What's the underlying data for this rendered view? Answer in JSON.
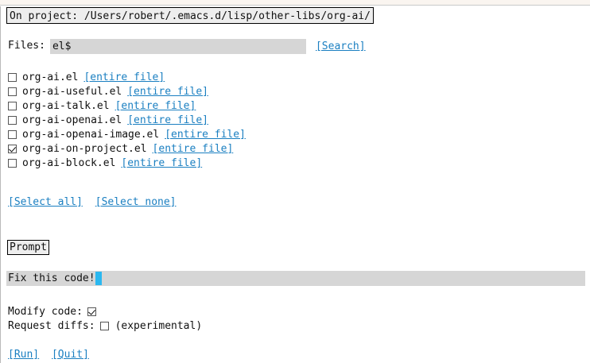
{
  "header": {
    "project_label": "On project: /Users/robert/.emacs.d/lisp/other-libs/org-ai/"
  },
  "search": {
    "label": "Files:",
    "value": "el$",
    "placeholder": "",
    "search_link": "[Search]"
  },
  "files": {
    "entire_file_link": "[entire file]",
    "items": [
      {
        "name": "org-ai.el",
        "checked": false
      },
      {
        "name": "org-ai-useful.el",
        "checked": false
      },
      {
        "name": "org-ai-talk.el",
        "checked": false
      },
      {
        "name": "org-ai-openai.el",
        "checked": false
      },
      {
        "name": "org-ai-openai-image.el",
        "checked": false
      },
      {
        "name": "org-ai-on-project.el",
        "checked": true
      },
      {
        "name": "org-ai-block.el",
        "checked": false
      }
    ]
  },
  "selection": {
    "select_all": "[Select all]",
    "select_none": "[Select none]"
  },
  "prompt": {
    "label": "Prompt",
    "value": "Fix this code!"
  },
  "options": {
    "modify_code_label": "Modify code:",
    "modify_code_checked": true,
    "request_diffs_label": "Request diffs:",
    "request_diffs_checked": false,
    "request_diffs_note": "(experimental)"
  },
  "actions": {
    "run": "[Run]",
    "quit": "[Quit]"
  },
  "colors": {
    "link": "#1a7fc1",
    "field_bg": "#d6d6d6",
    "caret": "#2bb8f0",
    "box_bg": "#eeeeee"
  }
}
